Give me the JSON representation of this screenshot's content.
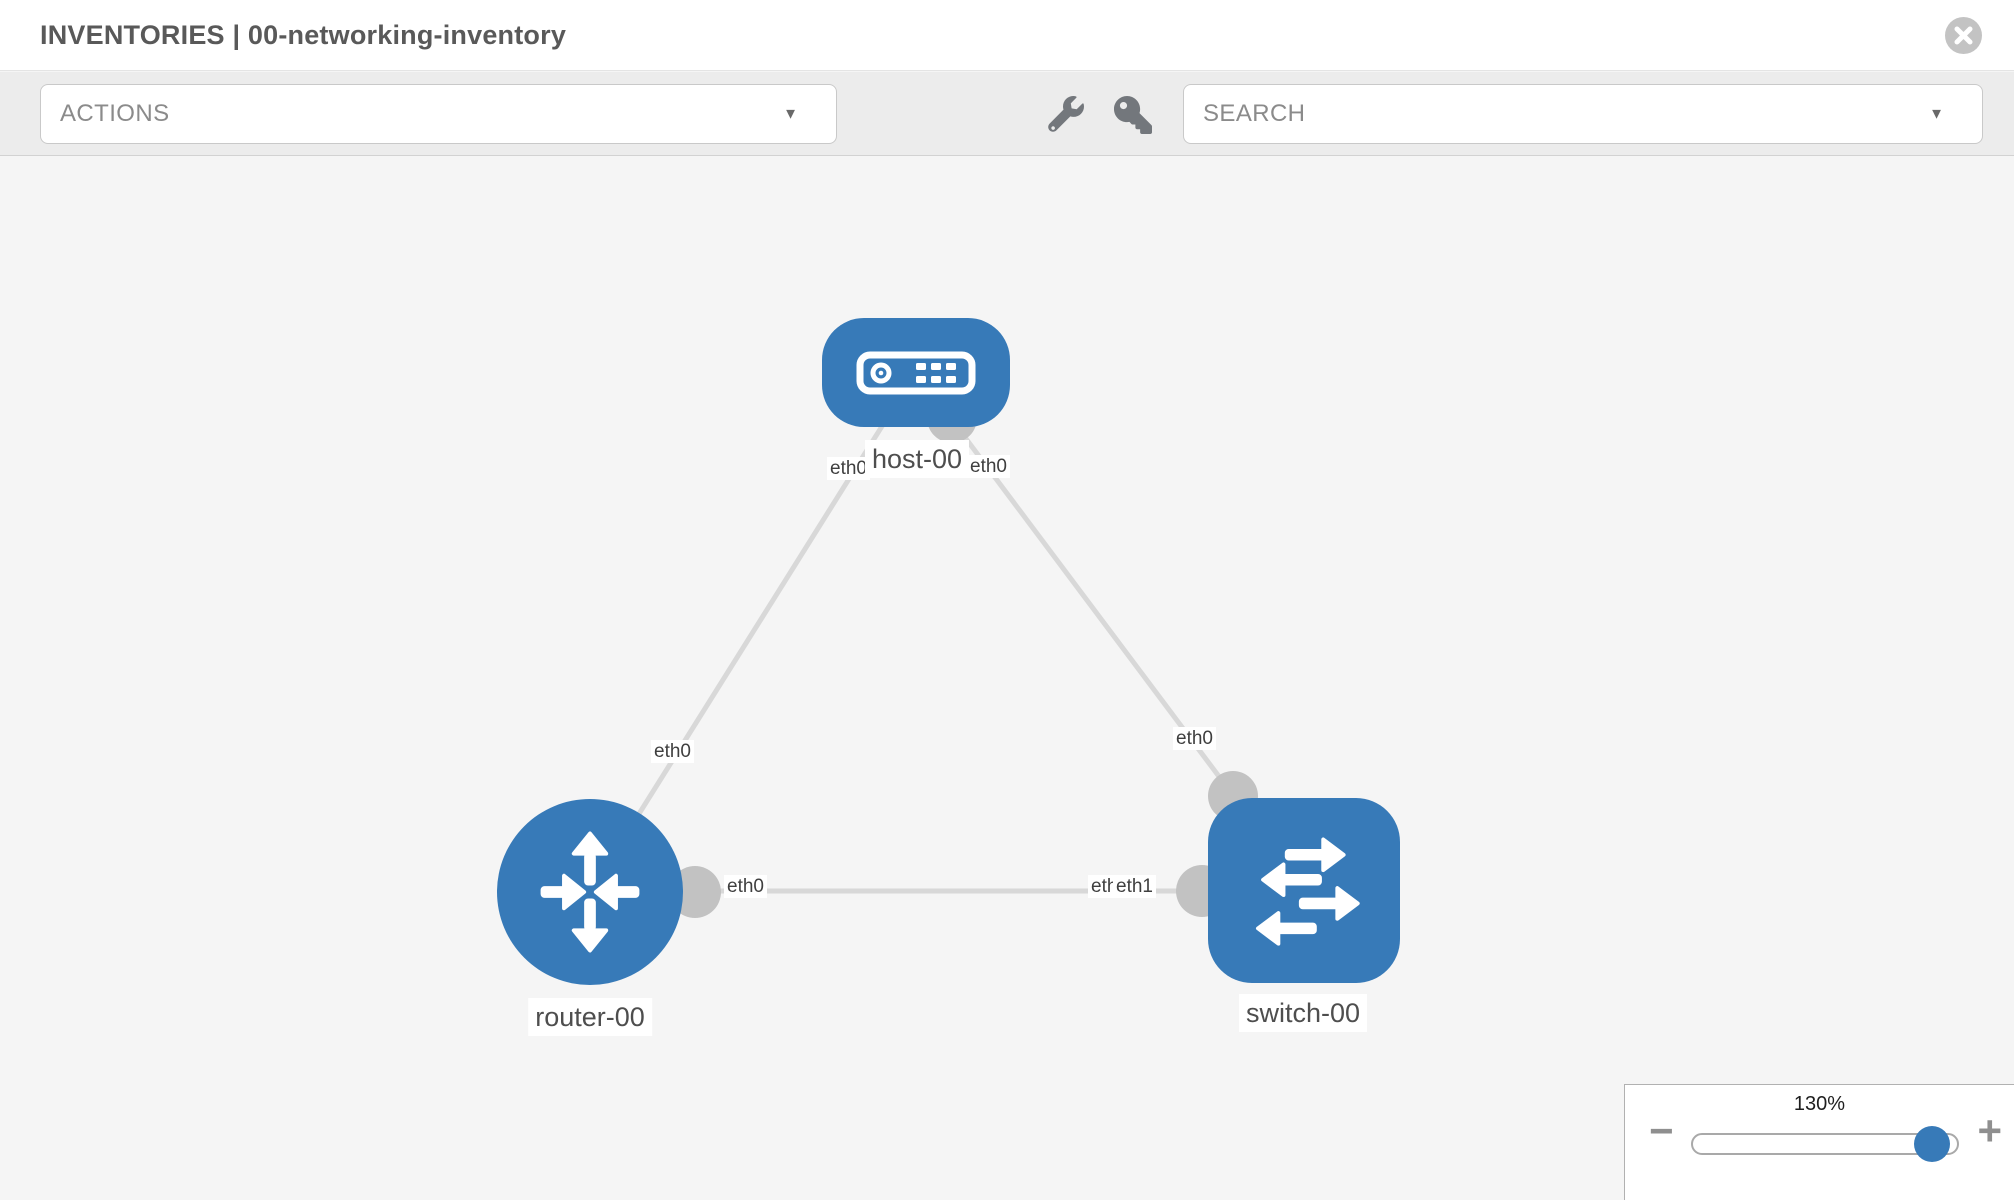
{
  "header": {
    "title": "INVENTORIES | 00-networking-inventory"
  },
  "toolbar": {
    "actions_label": "ACTIONS",
    "search_label": "SEARCH",
    "caret_down": "▼"
  },
  "diagram": {
    "nodes": [
      {
        "id": "host-00",
        "label": "host-00",
        "type": "host",
        "icon": "host-icon"
      },
      {
        "id": "router-00",
        "label": "router-00",
        "type": "router",
        "icon": "router-icon"
      },
      {
        "id": "switch-00",
        "label": "switch-00",
        "type": "switch",
        "icon": "switch-icon"
      }
    ],
    "links": [
      {
        "from": "host-00",
        "from_iface": "eth0",
        "to": "router-00",
        "to_iface": "eth0"
      },
      {
        "from": "host-00",
        "from_iface": "eth0",
        "to": "switch-00",
        "to_iface": "eth0"
      },
      {
        "from": "router-00",
        "from_iface": "eth0",
        "to": "switch-00",
        "to_iface": "eth1",
        "to_iface_overlapped": "eth0"
      }
    ]
  },
  "zoom_control": {
    "level": "130%",
    "minus": "−",
    "plus": "+"
  },
  "colors": {
    "node_blue": "#377ab8",
    "link_gray": "#d8d8d8",
    "connector_gray": "#c2c2c2",
    "canvas_bg": "#f5f5f5",
    "toolbar_bg": "#ececec"
  }
}
